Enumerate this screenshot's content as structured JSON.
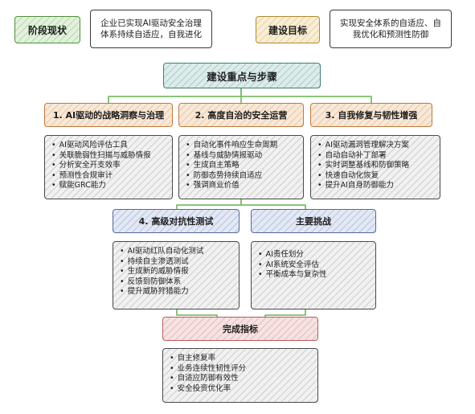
{
  "status": {
    "label": "阶段现状",
    "desc_line1": "企业已实现AI驱动安全治理",
    "desc_line2": "体系持续自适应，自我进化"
  },
  "goal": {
    "label": "建设目标",
    "desc_line1": "实现安全体系的自适应、自",
    "desc_line2": "我优化和预测性防御"
  },
  "main": {
    "title": "建设重点与步骤"
  },
  "pillars": [
    {
      "title": "1. AI驱动的战略洞察与治理",
      "items": [
        "AI驱动风险评估工具",
        "关联脆弱性扫描与威胁情报",
        "分析安全开支效率",
        "预测性合规审计",
        "赋能GRC能力"
      ]
    },
    {
      "title": "2. 高度自治的安全运营",
      "items": [
        "自动化事件响应生命周期",
        "基线与威胁情报驱动",
        "生成自主策略",
        "防御态势持续自适应",
        "强调商业价值"
      ]
    },
    {
      "title": "3. 自我修复与韧性增强",
      "items": [
        "AI驱动漏洞管理解决方案",
        "自动启动补丁部署",
        "实时调整基线和防御策略",
        "快速自动化恢复",
        "提升AI自身防御能力"
      ]
    },
    {
      "title": "4. 高级对抗性测试",
      "items": [
        "AI驱动红队自动化测试",
        "持续自主渗透测试",
        "生成新的威胁情报",
        "反馈到防御体系",
        "提升威胁狩猎能力"
      ]
    }
  ],
  "challenges": {
    "title": "主要挑战",
    "items": [
      "AI责任划分",
      "AI系统安全评估",
      "平衡成本与复杂性"
    ]
  },
  "metrics": {
    "title": "完成指标",
    "items": [
      "自主修复率",
      "业务连续性韧性评分",
      "自适应防御有效性",
      "安全投资优化率"
    ]
  },
  "colors": {
    "connector": "#7bbf6a",
    "green": "#e2f1dc",
    "yellow": "#f8eed6",
    "teal": "#dcecea",
    "orange": "#f8e8d8",
    "blue": "#e2e8f4",
    "pink": "#f6e2e2",
    "gray": "#f1f1f1"
  }
}
